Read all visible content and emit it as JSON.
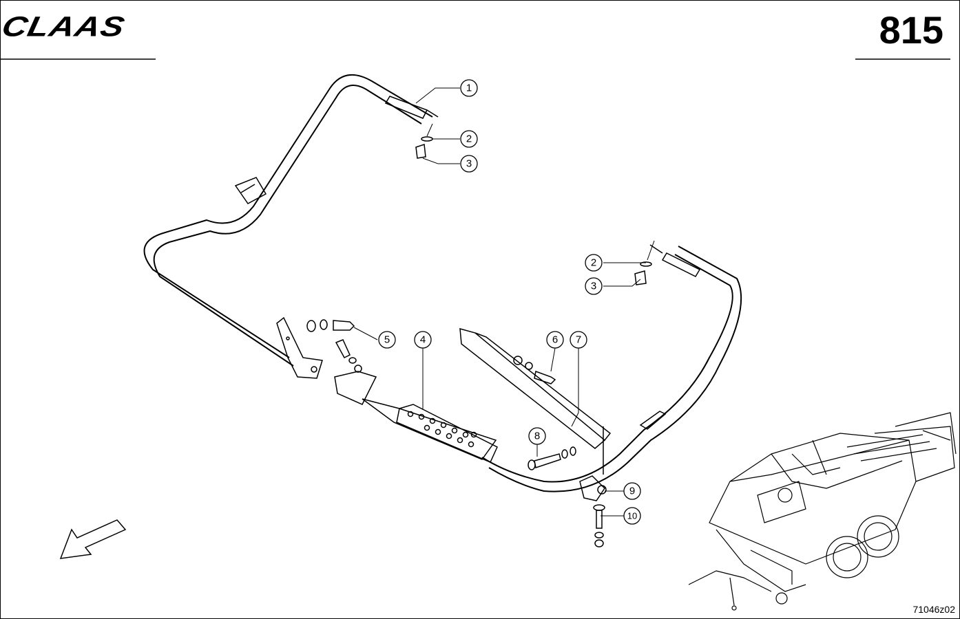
{
  "header": {
    "brand_logo": "CLAAS",
    "page_number": "815"
  },
  "footer": {
    "drawing_code": "71046z02"
  },
  "callouts": [
    {
      "label": "1"
    },
    {
      "label": "2"
    },
    {
      "label": "3"
    },
    {
      "label": "2"
    },
    {
      "label": "3"
    },
    {
      "label": "4"
    },
    {
      "label": "5"
    },
    {
      "label": "6"
    },
    {
      "label": "7"
    },
    {
      "label": "8"
    },
    {
      "label": "9"
    },
    {
      "label": "10"
    }
  ],
  "icons": {
    "direction_arrow": "arrow-down-left-icon"
  },
  "colors": {
    "line": "#000000",
    "background": "#ffffff"
  }
}
